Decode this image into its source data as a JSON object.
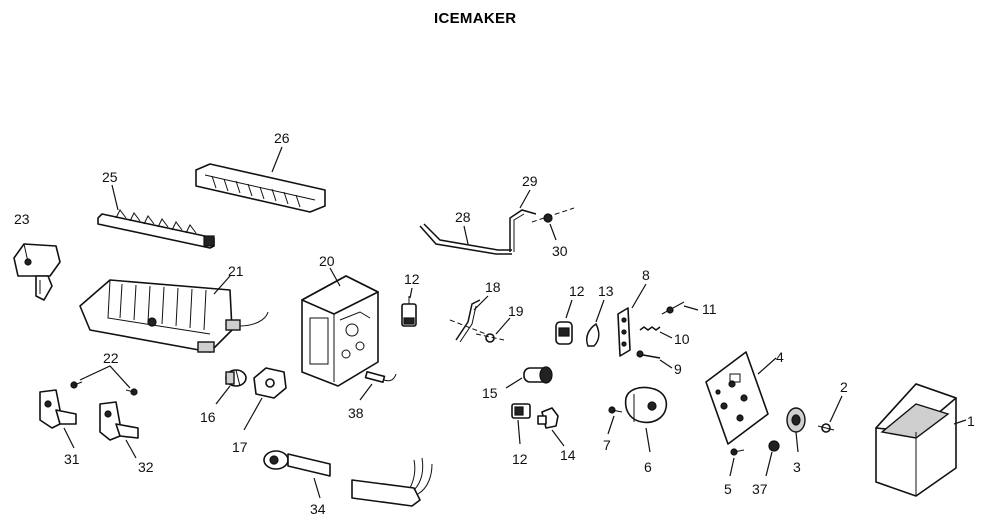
{
  "title": "ICEMAKER",
  "labels": {
    "p1": "1",
    "p2": "2",
    "p3": "3",
    "p4": "4",
    "p5": "5",
    "p6": "6",
    "p7": "7",
    "p8": "8",
    "p9": "9",
    "p10": "10",
    "p11": "11",
    "p12a": "12",
    "p12b": "12",
    "p12c": "12",
    "p13": "13",
    "p14": "14",
    "p15": "15",
    "p16": "16",
    "p17": "17",
    "p18": "18",
    "p19": "19",
    "p20": "20",
    "p21": "21",
    "p22": "22",
    "p23": "23",
    "p25": "25",
    "p26": "26",
    "p28": "28",
    "p29": "29",
    "p30": "30",
    "p31": "31",
    "p32": "32",
    "p34": "34",
    "p37": "37",
    "p38": "38"
  }
}
